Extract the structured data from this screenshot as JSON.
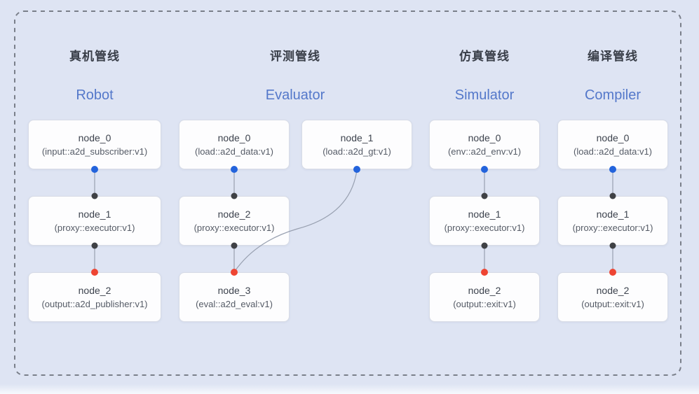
{
  "diagram": {
    "type": "pipeline-graph",
    "colors": {
      "background": "#dee4f3",
      "dashed_border": "#7a7f8a",
      "node_box_background": "#fdfdfe",
      "node_box_border": "#d8dce6",
      "edge": "#98a0b0",
      "port_source_dot": "#2363dc",
      "port_intermediate_dot": "#3f4145",
      "port_sink_dot": "#ee4533",
      "title_zh": "#393e48",
      "title_en": "#5478ca"
    }
  },
  "pipelines": [
    {
      "title_zh": "真机管线",
      "title_en": "Robot",
      "nodes": [
        {
          "title": "node_0",
          "subtitle": "(input::a2d_subscriber:v1)"
        },
        {
          "title": "node_1",
          "subtitle": "(proxy::executor:v1)"
        },
        {
          "title": "node_2",
          "subtitle": "(output::a2d_publisher:v1)"
        }
      ],
      "edges": [
        {
          "from": "node_0",
          "to": "node_1",
          "from_port": "blue",
          "to_port": "black",
          "shape": "straight"
        },
        {
          "from": "node_1",
          "to": "node_2",
          "from_port": "black",
          "to_port": "red",
          "shape": "straight"
        }
      ]
    },
    {
      "title_zh": "评测管线",
      "title_en": "Evaluator",
      "nodes": [
        {
          "title": "node_0",
          "subtitle": "(load::a2d_data:v1)"
        },
        {
          "title": "node_1",
          "subtitle": "(load::a2d_gt:v1)"
        },
        {
          "title": "node_2",
          "subtitle": "(proxy::executor:v1)"
        },
        {
          "title": "node_3",
          "subtitle": "(eval::a2d_eval:v1)"
        }
      ],
      "edges": [
        {
          "from": "node_0",
          "to": "node_2",
          "from_port": "blue",
          "to_port": "black",
          "shape": "straight"
        },
        {
          "from": "node_2",
          "to": "node_3",
          "from_port": "black",
          "to_port": "red",
          "shape": "straight"
        },
        {
          "from": "node_1",
          "to": "node_3",
          "from_port": "blue",
          "to_port": "red",
          "shape": "curved"
        }
      ]
    },
    {
      "title_zh": "仿真管线",
      "title_en": "Simulator",
      "nodes": [
        {
          "title": "node_0",
          "subtitle": "(env::a2d_env:v1)"
        },
        {
          "title": "node_1",
          "subtitle": "(proxy::executor:v1)"
        },
        {
          "title": "node_2",
          "subtitle": "(output::exit:v1)"
        }
      ],
      "edges": [
        {
          "from": "node_0",
          "to": "node_1",
          "from_port": "blue",
          "to_port": "black",
          "shape": "straight"
        },
        {
          "from": "node_1",
          "to": "node_2",
          "from_port": "black",
          "to_port": "red",
          "shape": "straight"
        }
      ]
    },
    {
      "title_zh": "编译管线",
      "title_en": "Compiler",
      "nodes": [
        {
          "title": "node_0",
          "subtitle": "(load::a2d_data:v1)"
        },
        {
          "title": "node_1",
          "subtitle": "(proxy::executor:v1)"
        },
        {
          "title": "node_2",
          "subtitle": "(output::exit:v1)"
        }
      ],
      "edges": [
        {
          "from": "node_0",
          "to": "node_1",
          "from_port": "blue",
          "to_port": "black",
          "shape": "straight"
        },
        {
          "from": "node_1",
          "to": "node_2",
          "from_port": "black",
          "to_port": "red",
          "shape": "straight"
        }
      ]
    }
  ]
}
